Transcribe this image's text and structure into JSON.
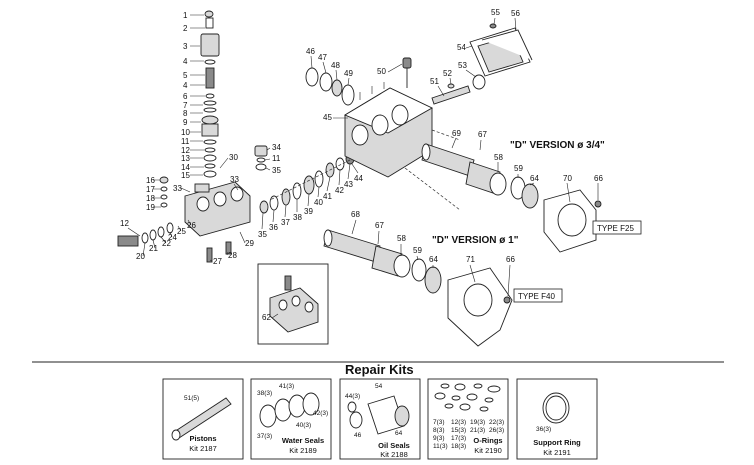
{
  "callouts": {
    "left_stack": [
      "1",
      "2",
      "3",
      "4",
      "5",
      "6",
      "7",
      "8",
      "9",
      "10",
      "11",
      "12",
      "13",
      "14",
      "15"
    ],
    "n16": "16",
    "n17": "17",
    "n18": "18",
    "n19": "19",
    "n12b": "12",
    "n21": "21",
    "n20": "20",
    "n24": "24",
    "n25": "25",
    "n26": "26",
    "n33a": "33",
    "n33b": "33",
    "n30": "30",
    "n34": "34",
    "n11b": "11",
    "n35": "35",
    "n27": "27",
    "n28": "28",
    "n29": "29",
    "n35b": "35",
    "n36": "36",
    "n37": "37",
    "n38": "38",
    "n39": "39",
    "n40": "40",
    "n41": "41",
    "n42": "42",
    "n43": "43",
    "n44": "44",
    "n46": "46",
    "n47": "47",
    "n48": "48",
    "n49": "49",
    "n45": "45",
    "n50": "50",
    "n51": "51",
    "n52": "52",
    "n53": "53",
    "n54": "54",
    "n55": "55",
    "n56": "56",
    "n69": "69",
    "n67": "67",
    "n58": "58",
    "n59": "59",
    "n64": "64",
    "n70": "70",
    "n66": "66",
    "n68": "68",
    "n67b": "67",
    "n58b": "58",
    "n59b": "59",
    "n64b": "64",
    "n71": "71",
    "n66b": "66",
    "n62": "62"
  },
  "labels": {
    "d_version_34": "\"D\" VERSION ø 3/4\"",
    "d_version_1": "\"D\" VERSION ø 1\"",
    "type_f25": "TYPE F25",
    "type_f40": "TYPE F40"
  },
  "repair_kits": {
    "heading": "Repair Kits",
    "kits": [
      {
        "name": "Pistons",
        "kit": "Kit 2187",
        "parts": [
          "51(5)"
        ]
      },
      {
        "name": "Water Seals",
        "kit": "Kit 2189",
        "parts": [
          "38(3)",
          "41(3)",
          "37(3)",
          "40(3)",
          "42(3)"
        ]
      },
      {
        "name": "Oil Seals",
        "kit": "Kit 2188",
        "parts": [
          "54",
          "44(3)",
          "46",
          "64"
        ]
      },
      {
        "name": "O-Rings",
        "kit": "Kit 2190",
        "parts": [
          "7(3)",
          "12(3)",
          "19(3)",
          "22(3)",
          "8(3)",
          "15(3)",
          "21(3)",
          "26(3)",
          "9(3)",
          "17(3)",
          "11(3)",
          "18(3)"
        ]
      },
      {
        "name": "Support Ring",
        "kit": "Kit 2191",
        "parts": [
          "36(3)"
        ]
      }
    ]
  }
}
